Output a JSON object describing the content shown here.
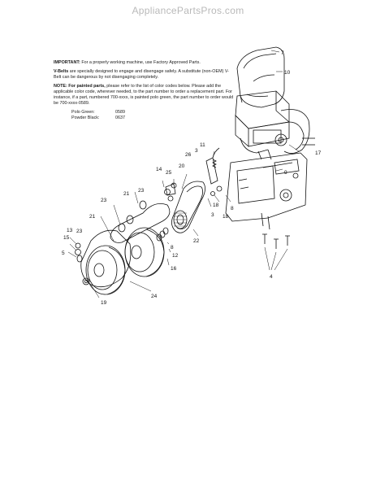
{
  "watermark": "AppliancePartsPros.com",
  "notes": {
    "important_label": "IMPORTANT:",
    "important_text": "For a properly working machine, use Factory Approved Parts.",
    "vbelts_label": "V-Belts",
    "vbelts_text": "are specially designed to engage and disengage safely. A substitute (non-OEM) V-Belt can be dangerous by not disengaging completely.",
    "painted_label": "NOTE: For painted parts,",
    "painted_text": "please refer to the list of color codes below. Please add the applicable color code, wherever needed, to the part number to order a replacement part. For instance, if a part, numbered 700-xxxx, is painted polo green, the part number to order would be 700-xxxx-0589.",
    "colors": [
      {
        "name": "Polo Green:",
        "code": "0589"
      },
      {
        "name": "Powder Black:",
        "code": "0637"
      }
    ]
  },
  "callouts": {
    "c7": "7",
    "c10": "10",
    "c17": "17",
    "c11": "11",
    "c3a": "3",
    "c26": "26",
    "c14": "14",
    "c25": "25",
    "c20": "20",
    "c21a": "21",
    "c23a": "23",
    "c23b": "23",
    "c21b": "21",
    "c13": "13",
    "c23c": "23",
    "c15": "15",
    "c5": "5",
    "c18a": "18",
    "c8a": "8",
    "c3b": "3",
    "c18b": "18",
    "c22": "22",
    "c8b": "8",
    "c12": "12",
    "c16": "16",
    "c24": "24",
    "c19": "19",
    "c4": "4",
    "c9": "9"
  }
}
